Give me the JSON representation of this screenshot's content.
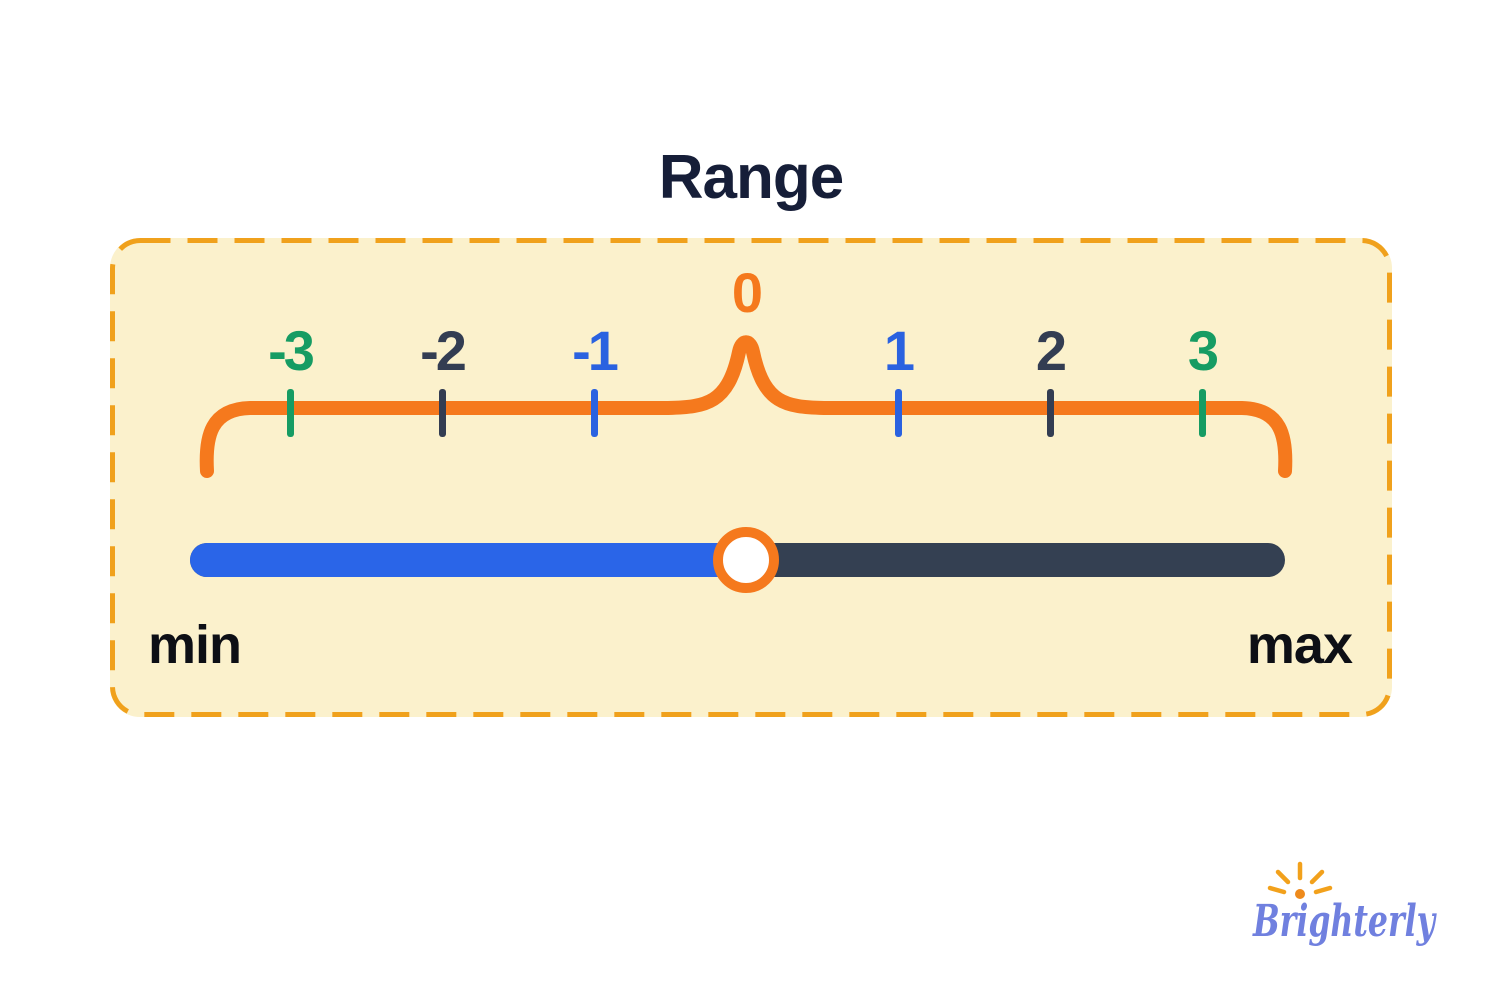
{
  "title": "Range",
  "panel": {
    "background": "#FBF1CC",
    "border_color": "#F0A11C"
  },
  "number_line": {
    "brace_color": "#F5791D",
    "labels": [
      {
        "value": "-3",
        "color": "#169C63"
      },
      {
        "value": "-2",
        "color": "#333D52"
      },
      {
        "value": "-1",
        "color": "#2A62E0"
      },
      {
        "value": "0",
        "color": "#F5791D"
      },
      {
        "value": "1",
        "color": "#2A62E0"
      },
      {
        "value": "2",
        "color": "#333D52"
      },
      {
        "value": "3",
        "color": "#169C63"
      }
    ]
  },
  "slider": {
    "min_label": "min",
    "max_label": "max",
    "value_label": "0",
    "filled_color": "#2A65E8",
    "unfilled_color": "#344052",
    "handle_ring_color": "#F5791D",
    "handle_fill_color": "#FFFFFF"
  },
  "logo": {
    "text": "Brighterly",
    "color": "#7080DF",
    "sun_ray_color": "#F2A11C",
    "sun_dot_color": "#EE8A1C"
  }
}
